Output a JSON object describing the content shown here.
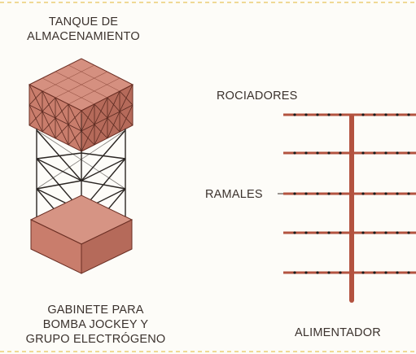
{
  "labels": {
    "tank": [
      "TANQUE DE",
      "ALMACENAMIENTO"
    ],
    "cabinet": [
      "GABINETE PARA",
      "BOMBA JOCKEY Y",
      "GRUPO ELECTRÓGENO"
    ],
    "sprinklers": "ROCIADORES",
    "branches": "RAMALES",
    "feeder": "ALIMENTADOR"
  },
  "colors": {
    "tank_front": "#c97d6c",
    "tank_side": "#b56a5a",
    "tank_top": "#d59080",
    "structure": "#2a2522",
    "pipe": "#b35340",
    "border_dash": "#e7c45a",
    "sprinkler_head": "#1a1a1a"
  }
}
